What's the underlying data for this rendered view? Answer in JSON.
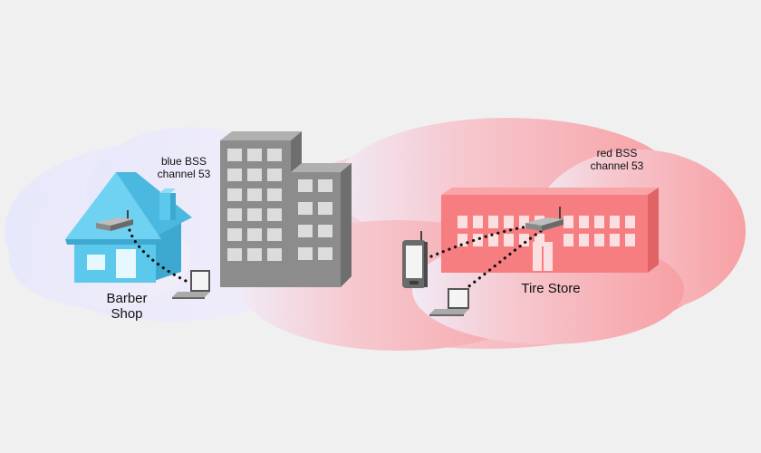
{
  "colors": {
    "background": "#f0f0f0",
    "blue_cloud": "#eeeefb",
    "red_cloud": "#f7a3a6",
    "house": "#5cc8ec",
    "tire_store": "#f77e80",
    "office_building": "#8c8c8c"
  },
  "blue_bss": {
    "line1": "blue BSS",
    "line2": "channel 53"
  },
  "red_bss": {
    "line1": "red BSS",
    "line2": "channel 53"
  },
  "barber_shop": {
    "line1": "Barber",
    "line2": "Shop"
  },
  "tire_store": {
    "label": "Tire Store"
  },
  "icons": [
    "access-point-icon",
    "laptop-icon",
    "pda-icon",
    "house-icon",
    "office-building-icon",
    "tire-store-building-icon"
  ]
}
